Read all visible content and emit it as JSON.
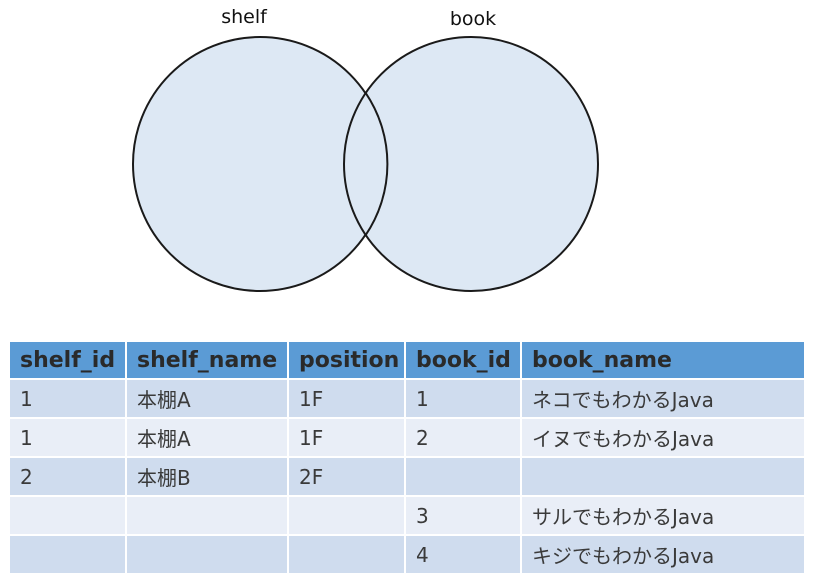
{
  "venn": {
    "sets": [
      {
        "label": "shelf"
      },
      {
        "label": "book"
      }
    ],
    "fill_color": "#dde8f4",
    "stroke_color": "#1a1a1a"
  },
  "table": {
    "header_color": "#5b9bd5",
    "row_color_a": "#cfdcee",
    "row_color_b": "#e9eef7",
    "columns": [
      "shelf_id",
      "shelf_name",
      "position",
      "book_id",
      "book_name"
    ],
    "rows": [
      [
        "1",
        "本棚A",
        "1F",
        "1",
        "ネコでもわかるJava"
      ],
      [
        "1",
        "本棚A",
        "1F",
        "2",
        "イヌでもわかるJava"
      ],
      [
        "2",
        "本棚B",
        "2F",
        "",
        ""
      ],
      [
        "",
        "",
        "",
        "3",
        "サルでもわかるJava"
      ],
      [
        "",
        "",
        "",
        "4",
        "キジでもわかるJava"
      ]
    ]
  }
}
